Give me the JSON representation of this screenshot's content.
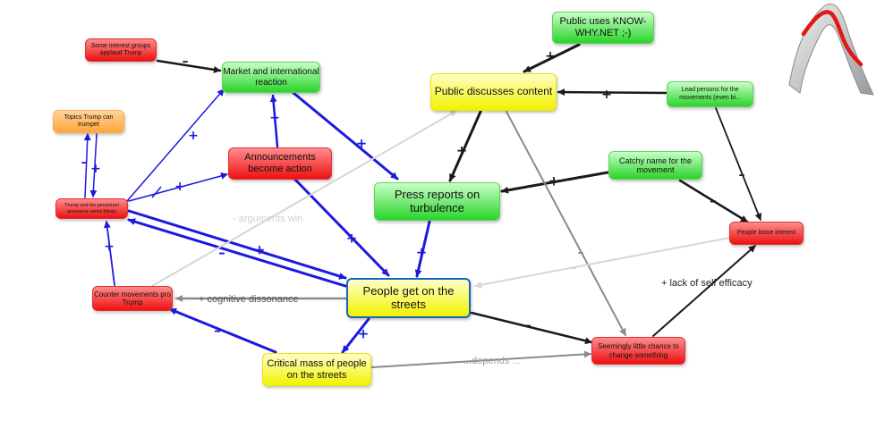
{
  "nodes": {
    "some_interest_groups": "Some interest groups applaud Trump",
    "market_reaction": "Market and international reaction",
    "topics_trump": "Topics Trump can trumpet",
    "announcements": "Announcements become action",
    "trump_personnel": "Trump and his personnel announce weird things",
    "public_uses": "Public uses KNOW-WHY.NET ;-)",
    "public_discusses": "Public discusses content",
    "lead_persons": "Lead persons for the movements (even bi...",
    "catchy_name": "Catchy name for the movement",
    "press_reports": "Press reports on turbulence",
    "people_loose_interest": "People loose interest",
    "counter_movements": "Counter movements pro Trump",
    "people_streets": "People get on the streets",
    "critical_mass": "Critical mass of people on the streets",
    "little_chance": "Seemingly little chance to change something"
  },
  "edge_labels": {
    "arguments_win": "- arguments win",
    "cognitive_dissonance": "+ cognitive dissonance",
    "lack_self_efficacy": "+ lack of self efficacy",
    "depends": "...depends ..."
  },
  "signs": {
    "plus": "+",
    "minus": "–"
  },
  "colors": {
    "blue": "#1a1adf",
    "black": "#1a1a1a",
    "gray": "#8a8a8a",
    "light_gray": "#d6d6d6",
    "red_node": "#ee1111",
    "green_node": "#2ad42a",
    "yellow_node": "#f2f200",
    "orange_node": "#ffa53a"
  },
  "logo": "mountain-logo"
}
